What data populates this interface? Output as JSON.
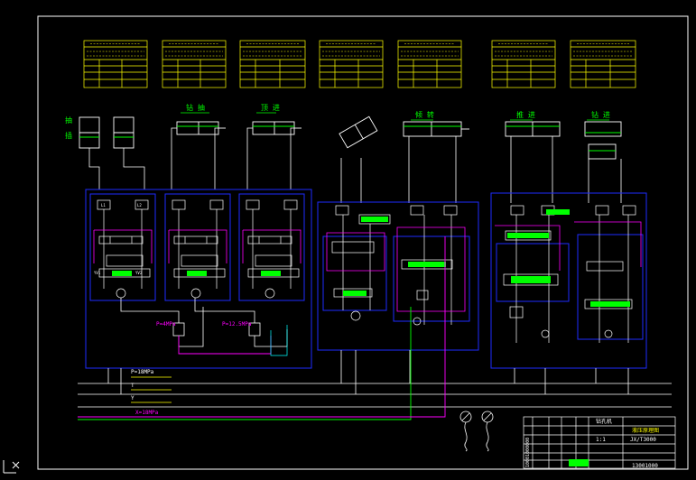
{
  "drawing": {
    "colors": {
      "background": "#000000",
      "border": "#ffffff",
      "frame_blue": "#1e2bff",
      "tables": "#ffff00",
      "lines": "#ffffff",
      "valves": "#00ff00",
      "pilot": "#ff00ff",
      "pressure_text": "#ff00ff",
      "cyan": "#00ffff",
      "red": "#ff0000"
    },
    "lines": {
      "p_line_label": "P=18MPa",
      "t_line_label": "T",
      "y_line_label": "Y",
      "x_line_label": "X=18MPa"
    },
    "pressure_labels": [
      "P=4MPa",
      "P=12.5MPa"
    ],
    "circuit_labels": [
      "抽",
      "插",
      "钻 抽",
      "顶 进",
      "倾 转",
      "推 进",
      "钻 进"
    ],
    "title_block": {
      "project": "钻孔机",
      "drawing_title": "液压原理图",
      "scale": "1:1",
      "drawing_no": "JX/T3000",
      "sheet_no": "13001000",
      "left_strip": "10001000000"
    }
  }
}
